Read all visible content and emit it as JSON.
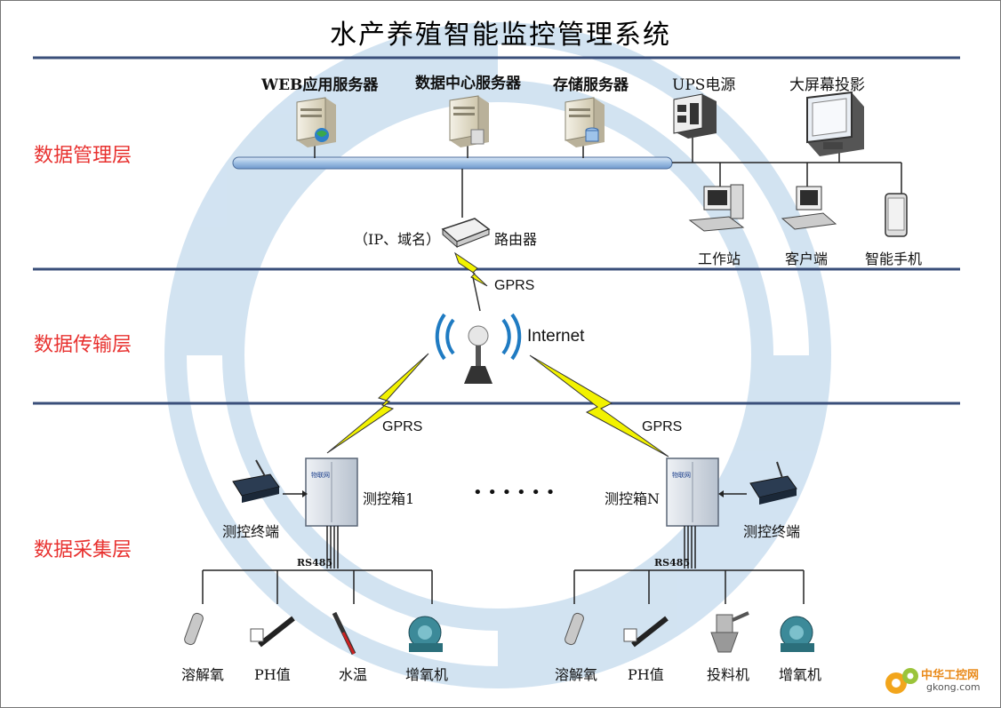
{
  "title": "水产养殖智能监控管理系统",
  "layers": {
    "management": "数据管理层",
    "transmission": "数据传输层",
    "collection": "数据采集层"
  },
  "management": {
    "web_server": "WEB应用服务器",
    "data_center": "数据中心服务器",
    "storage": "存储服务器",
    "ups": "UPS电源",
    "projector": "大屏幕投影",
    "router_note": "（IP、域名）",
    "router": "路由器",
    "workstation": "工作站",
    "client": "客户端",
    "phone": "智能手机"
  },
  "transmission": {
    "gprs_top": "GPRS",
    "internet": "Internet",
    "gprs_left": "GPRS",
    "gprs_right": "GPRS"
  },
  "collection": {
    "box1": "测控箱1",
    "boxN": "测控箱N",
    "ellipsis": "• • • • • •",
    "terminal_left": "测控终端",
    "terminal_right": "测控终端",
    "rs485_left": "RS485",
    "rs485_right": "RS485",
    "box_brand": "物联网",
    "left_sensors": [
      "溶解氧",
      "PH值",
      "水温",
      "增氧机"
    ],
    "right_sensors": [
      "溶解氧",
      "PH值",
      "投料机",
      "增氧机"
    ]
  },
  "watermark": {
    "name": "中华工控网",
    "url": "gkong.com"
  },
  "colors": {
    "layer_text": "#e8312f",
    "divider": "#3a4f7a",
    "bus": "#a9c4e6",
    "lightning": "#f2f200",
    "watermark_circle": "#c8dcef"
  }
}
